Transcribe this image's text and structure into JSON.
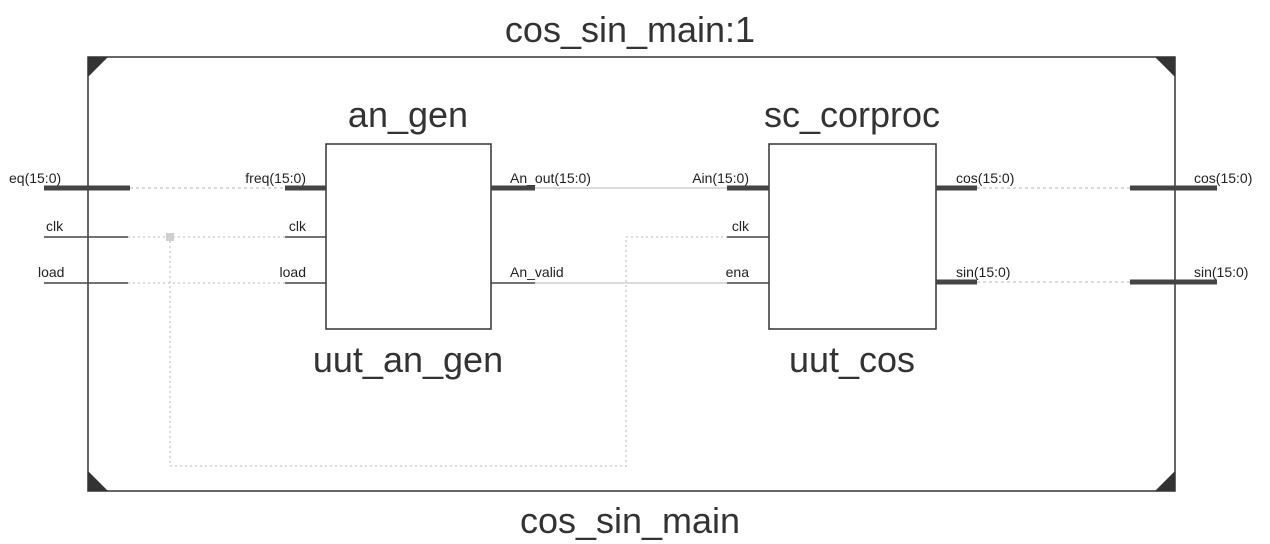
{
  "top_title": "cos_sin_main:1",
  "bottom_title": "cos_sin_main",
  "ports": {
    "freq_in": "eq(15:0)",
    "clk_in": "clk",
    "load_in": "load",
    "cos_out": "cos(15:0)",
    "sin_out": "sin(15:0)"
  },
  "an_gen": {
    "module": "an_gen",
    "instance": "uut_an_gen",
    "pins": {
      "freq": "freq(15:0)",
      "clk": "clk",
      "load": "load",
      "an_out": "An_out(15:0)",
      "an_valid": "An_valid"
    }
  },
  "sc_corproc": {
    "module": "sc_corproc",
    "instance": "uut_cos",
    "pins": {
      "ain": "Ain(15:0)",
      "clk": "clk",
      "ena": "ena",
      "cos": "cos(15:0)",
      "sin": "sin(15:0)"
    }
  },
  "colors": {
    "frame": "#333333",
    "wire": "#cfcfcf",
    "bus": "#444444",
    "text": "#222222"
  }
}
